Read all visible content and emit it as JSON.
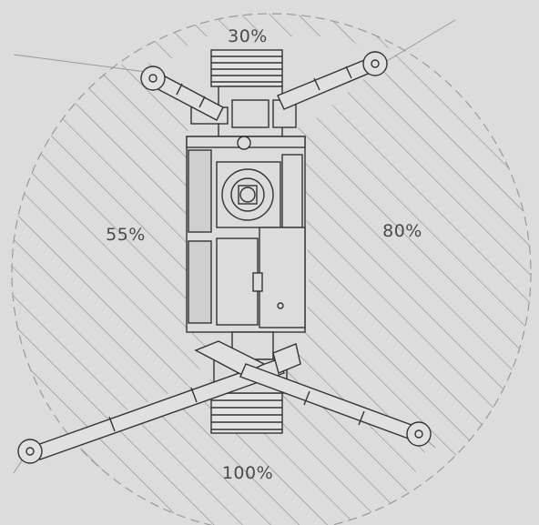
{
  "zones": {
    "front": "30%",
    "left": "55%",
    "right": "80%",
    "rear": "100%"
  },
  "colors": {
    "background": "#dcdcdc",
    "line": "#333333",
    "hatch": "#8a8a8a",
    "boundary": "#9a9a9a"
  }
}
